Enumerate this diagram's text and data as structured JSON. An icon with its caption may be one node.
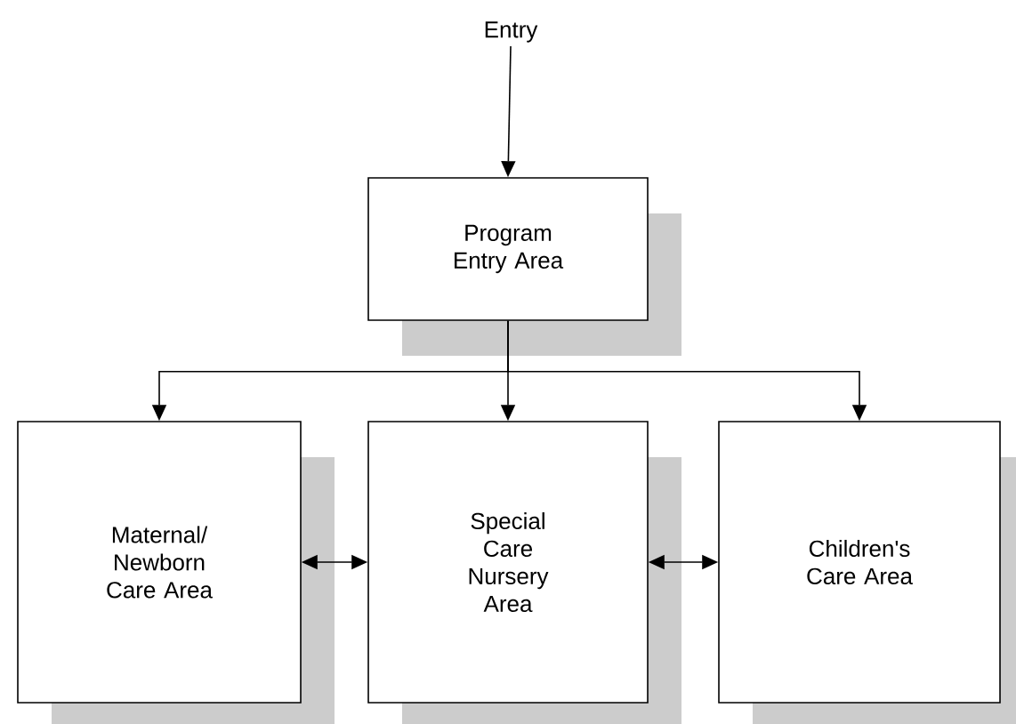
{
  "diagram": {
    "nodes": [
      {
        "text": [
          "Entry"
        ]
      },
      {
        "text": [
          "Program Entry Area"
        ]
      },
      {
        "text": [
          "Maternal/ Newborn Care Area"
        ]
      },
      {
        "text": [
          "Special Care Nursery Area"
        ]
      },
      {
        "text": [
          "Children's Care Area"
        ]
      }
    ],
    "edges": [
      {
        "from": 0,
        "to": 1,
        "arrow": "to"
      },
      {
        "from": 1,
        "to": 2,
        "arrow": "to"
      },
      {
        "from": 1,
        "to": 3,
        "arrow": "to"
      },
      {
        "from": 1,
        "to": 4,
        "arrow": "to"
      },
      {
        "from": 2,
        "to": 3,
        "arrow": "both"
      },
      {
        "from": 3,
        "to": 4,
        "arrow": "both"
      }
    ]
  }
}
